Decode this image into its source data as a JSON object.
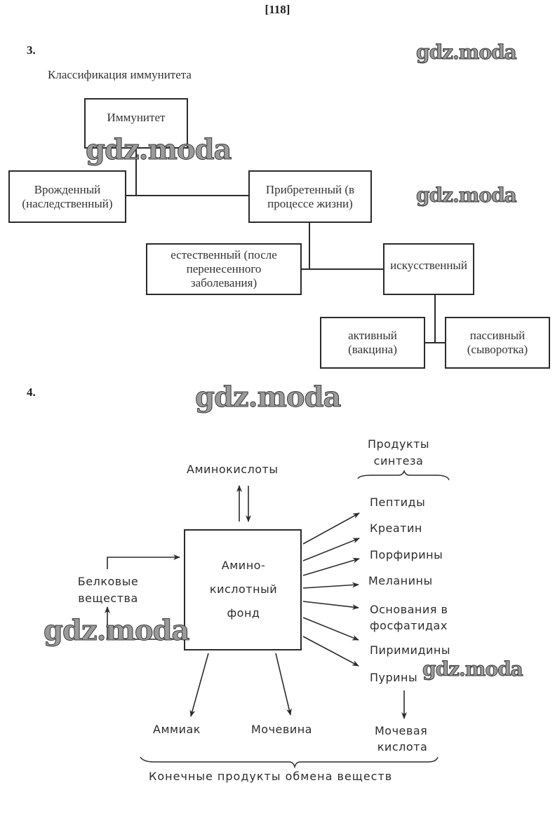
{
  "page_number": "[118]",
  "watermark": "gdz.moda",
  "task3": {
    "number": "3.",
    "title": "Классификация иммунитета",
    "nodes": {
      "root": "Иммунитет",
      "innate": "Врожденный\n(наследственный)",
      "acquired": "Прибретенный (в\nпроцессе жизни)",
      "natural": "естественный (после\nперенесенного\nзаболевания)",
      "artificial": "искусственный",
      "active": "активный\n(вакцина)",
      "passive": "пассивный\n(сыворотка)"
    }
  },
  "task4": {
    "number": "4.",
    "center": "Амино-\nкислотный\nфонд",
    "amino_acids": "Аминокислоты",
    "proteins": "Белковые\nвещества",
    "synthesis_header": "Продукты\nсинтеза",
    "synthesis_products": [
      "Пептиды",
      "Креатин",
      "Порфирины",
      "Меланины",
      "Основания в\nфосфатидах",
      "Пиримидины",
      "Пурины"
    ],
    "end_products": [
      "Аммиак",
      "Мочевина",
      "Мочевая\nкислота"
    ],
    "end_products_caption": "Конечные продукты обмена веществ"
  }
}
